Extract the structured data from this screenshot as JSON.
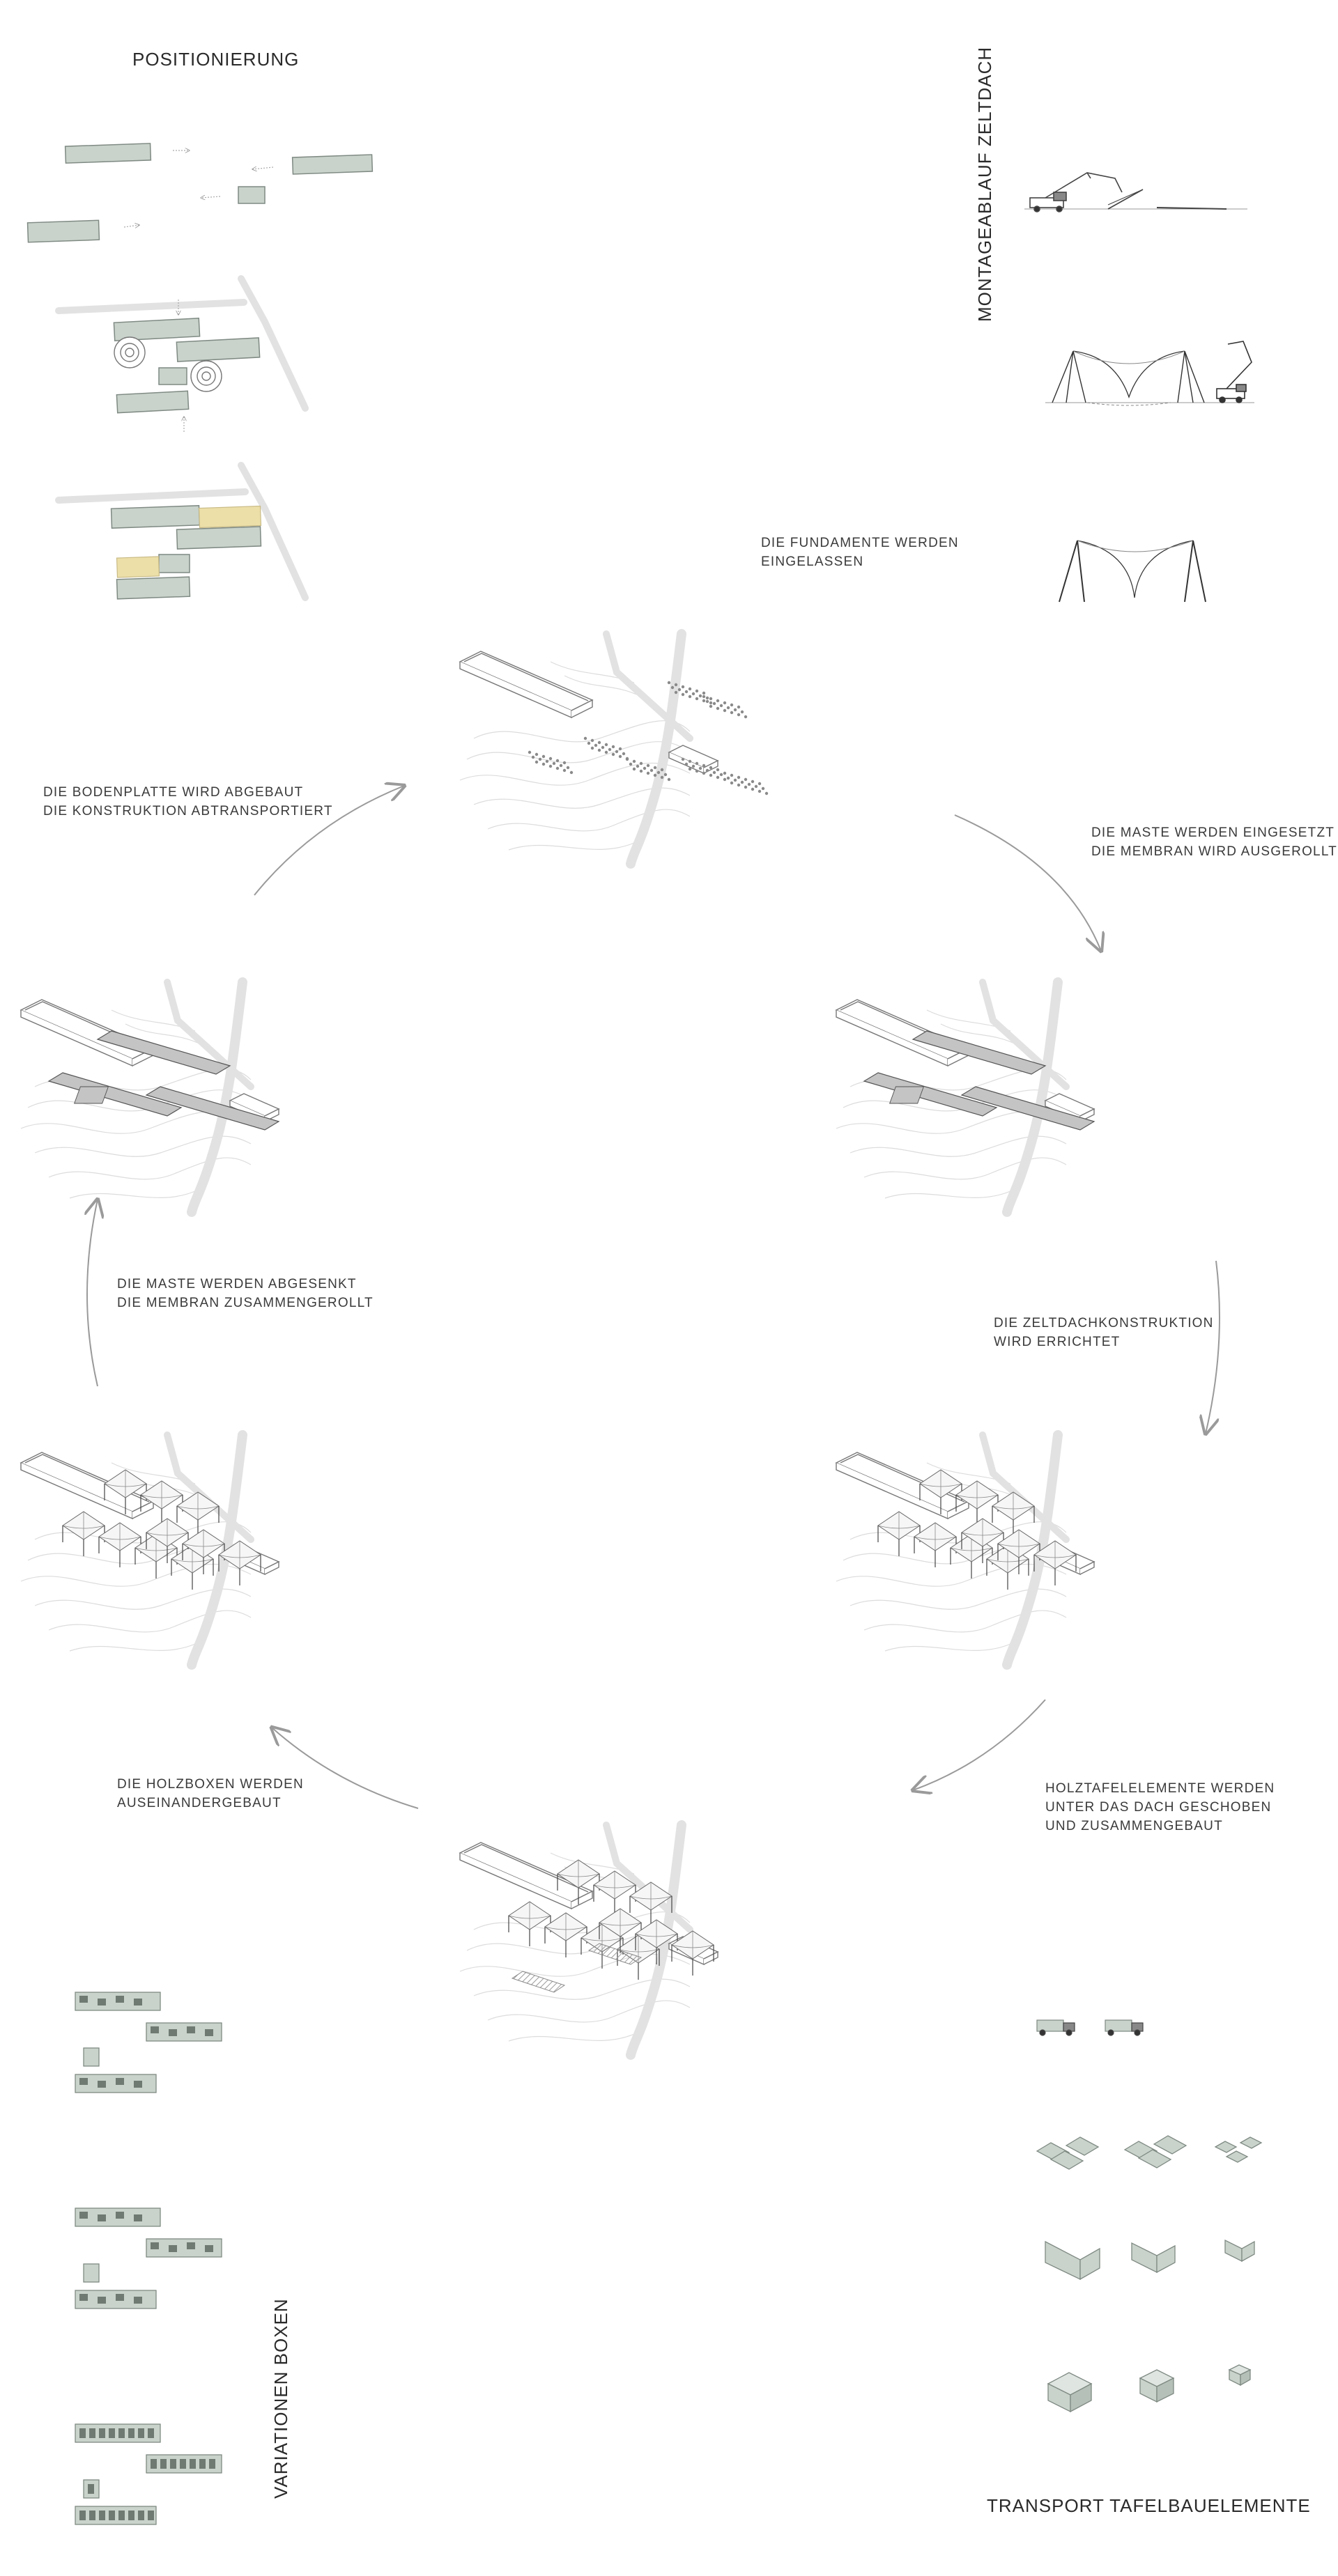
{
  "titles": {
    "positionierung": "POSITIONIERUNG",
    "montageablauf": "MONTAGEABLAUF  ZELTDACH",
    "variationen": "VARIATIONEN BOXEN",
    "transport": "TRANSPORT TAFELBAUELEMENTE"
  },
  "steps": {
    "fundamente": "DIE  FUNDAMENTE  WERDEN\nEINGELASSEN",
    "maste_eingesetzt": "DIE MASTE WERDEN EINGESETZT\nDIE MEMBRAN WIRD AUSGEROLLT",
    "zeltdach": "DIE ZELTDACHKONSTRUKTION\nWIRD ERRICHTET",
    "holztafel": "HOLZTAFELELEMENTE WERDEN\nUNTER DAS DACH GESCHOBEN\nUND ZUSAMMENGEBAUT",
    "holzboxen": "DIE  HOLZBOXEN  WERDEN\nAUSEINANDERGEBAUT",
    "maste_abgesenkt": "DIE MASTE WERDEN ABGESENKT\nDIE MEMBRAN ZUSAMMENGEROLLT",
    "bodenplatte": "DIE BODENPLATTE WIRD ABGEBAUT\nDIE KONSTRUKTION ABTRANSPORTIERT"
  },
  "colors": {
    "box_fill": "#c9d3cc",
    "box_stroke": "#7f8a83",
    "highlight": "#ecdfa8",
    "road": "#e4e4e4",
    "line": "#555555",
    "contour": "#dcdcdc",
    "arrow": "#9a9a9a"
  }
}
